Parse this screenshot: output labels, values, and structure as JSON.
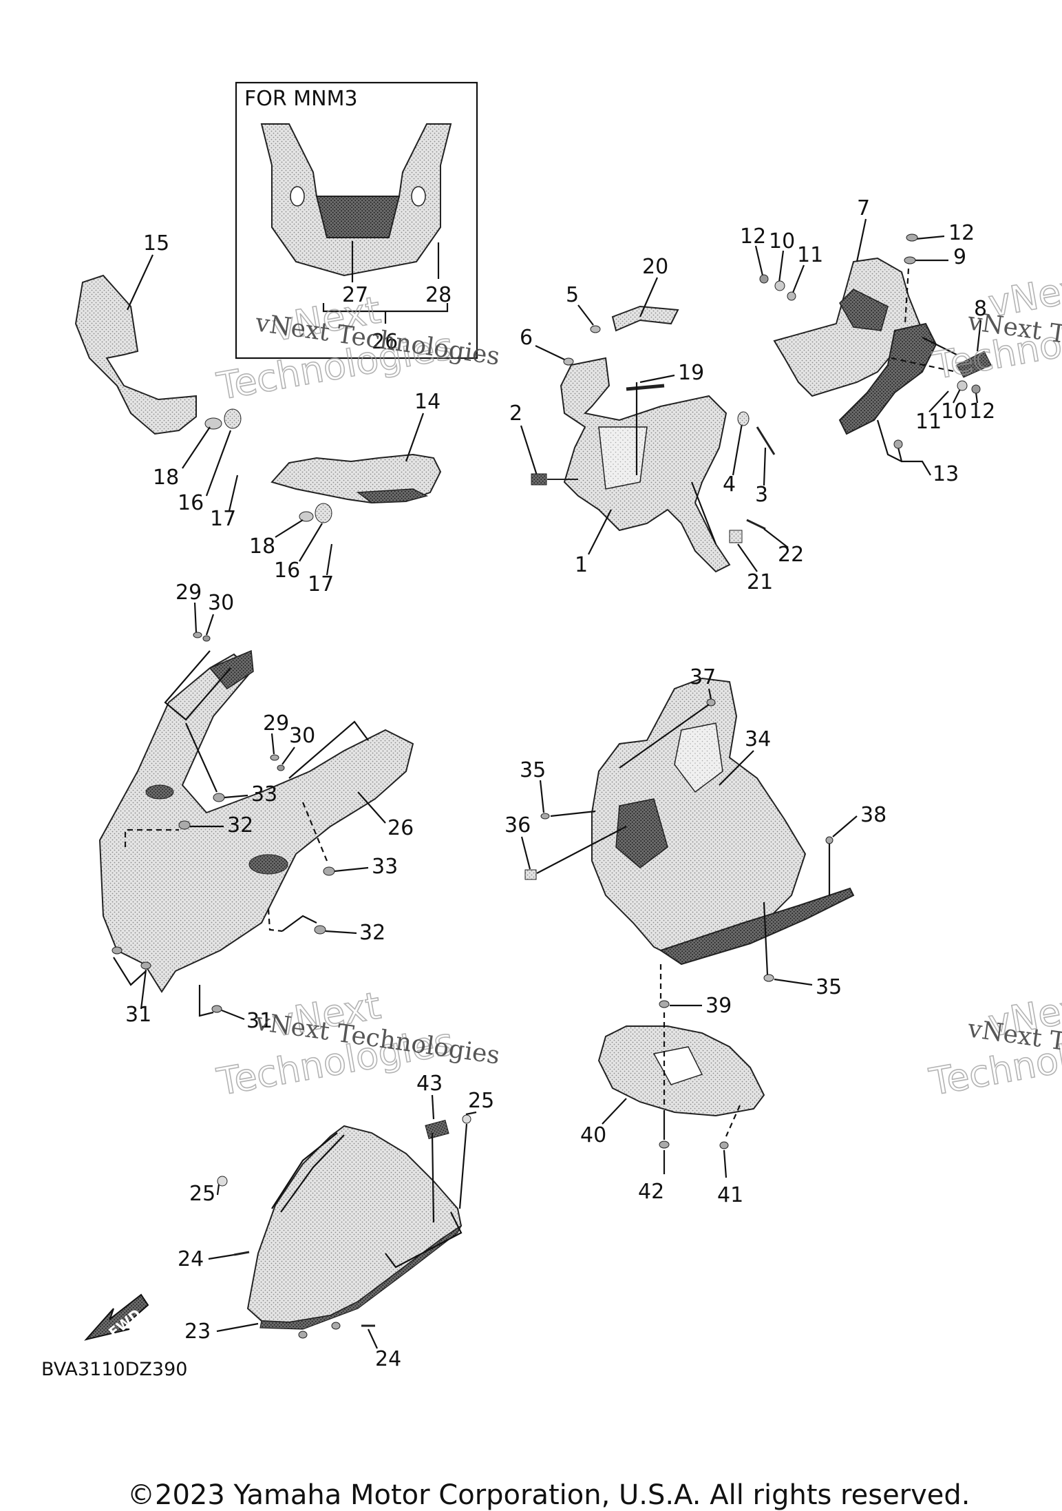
{
  "inset": {
    "title": "FOR MNM3"
  },
  "callouts": {
    "c1": "1",
    "c2": "2",
    "c3": "3",
    "c4": "4",
    "c5": "5",
    "c6": "6",
    "c7": "7",
    "c8": "8",
    "c9": "9",
    "c10": "10",
    "c11": "11",
    "c12": "12",
    "c13": "13",
    "c14": "14",
    "c15": "15",
    "c16": "16",
    "c17": "17",
    "c18": "18",
    "c19": "19",
    "c20": "20",
    "c21": "21",
    "c22": "22",
    "c23": "23",
    "c24": "24",
    "c25": "25",
    "c26": "26",
    "c27": "27",
    "c28": "28",
    "c29": "29",
    "c30": "30",
    "c31": "31",
    "c32": "32",
    "c33": "33",
    "c34": "34",
    "c35": "35",
    "c36": "36",
    "c37": "37",
    "c38": "38",
    "c39": "39",
    "c40": "40",
    "c41": "41",
    "c42": "42",
    "c43": "43"
  },
  "watermark": {
    "line1": "vNext",
    "line2": "Technologies",
    "full": "vNext Technologies"
  },
  "diagram_code": "BVA3110DZ390",
  "fwd_label": "FWD",
  "copyright": "©2023 Yamaha Motor Corporation, U.S.A. All rights reserved."
}
